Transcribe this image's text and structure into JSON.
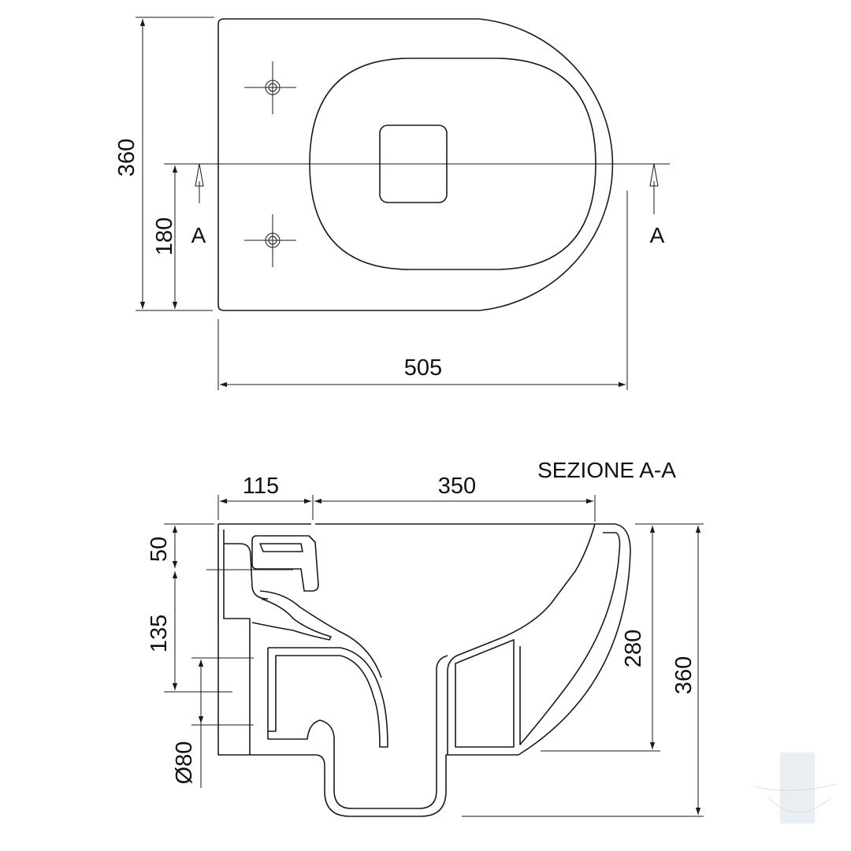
{
  "plan_view": {
    "dim_total_depth": "360",
    "dim_half_depth": "180",
    "dim_length": "505",
    "section_mark_left": "A",
    "section_mark_right": "A"
  },
  "section_view": {
    "title": "SEZIONE A-A",
    "dim_rear_offset": "115",
    "dim_bowl_length": "350",
    "dim_top_offset": "50",
    "dim_mid_height": "135",
    "dim_outlet_diameter": "Ø80",
    "dim_rim_height": "280",
    "dim_total_height": "360"
  }
}
